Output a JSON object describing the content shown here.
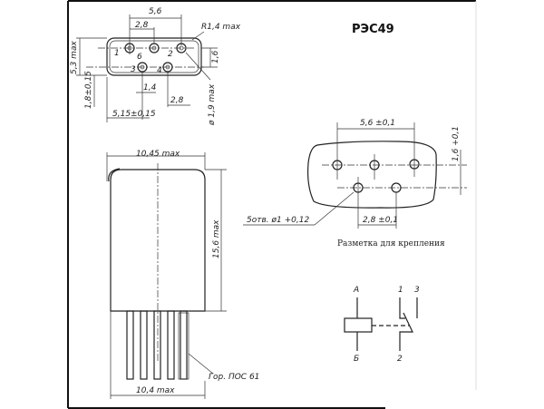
{
  "title": "РЭС49",
  "top_view": {
    "dim_pitch_total": "5,6",
    "dim_pitch": "2,8",
    "dim_radius": "R1,4 max",
    "dim_height": "5,3 max",
    "dim_row_offset": "1,6",
    "dim_offset_y": "1,8±0,15",
    "dim_offset_x": "1,4",
    "dim_pitch_bottom": "2,8",
    "dim_from_edge": "5,15±0,15",
    "dim_pin_diameter": "ø 1,9 max",
    "pin_labels": [
      "1",
      "6",
      "2",
      "3",
      "4"
    ]
  },
  "side_view": {
    "dim_width": "10,45 max",
    "dim_height": "15,6 max",
    "dim_base_width": "10,4 max",
    "solder_note": "Гор. ПОС 61"
  },
  "mounting": {
    "dim_pitch_total": "5,6 ±0,1",
    "dim_row_offset": "1,6 +0,1",
    "dim_pitch": "2,8 ±0,1",
    "holes_note": "5отв. ø1 +0,12",
    "caption": "Разметка для крепления"
  },
  "schematic": {
    "coil_top": "А",
    "coil_bottom": "Б",
    "contact_1": "1",
    "contact_2": "2",
    "contact_3": "3"
  }
}
